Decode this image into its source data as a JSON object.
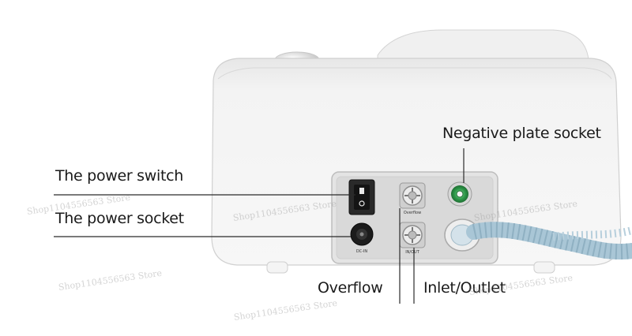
{
  "labels": {
    "power_switch": "The power switch",
    "power_socket": "The power socket",
    "negative_plate_socket": "Negative plate socket",
    "overflow": "Overflow",
    "inlet_outlet": "Inlet/Outlet"
  },
  "panel_text": {
    "dc_in": "DC-IN",
    "overflow_port": "Overflow",
    "inlet_port": "IN/OUT"
  },
  "watermark": "Shop1104556563 Store",
  "colors": {
    "green_socket": "#2e9a4a",
    "hose": "#a9c6d6",
    "body": "#f1f1f1",
    "panel": "#dcdcdc"
  }
}
